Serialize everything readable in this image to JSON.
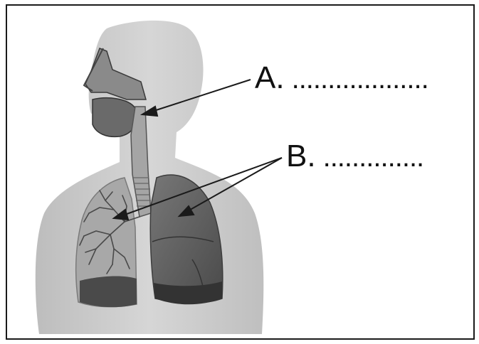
{
  "labels": [
    {
      "id": "A",
      "text": "A.",
      "blank": "..................."
    },
    {
      "id": "B",
      "text": "B.",
      "blank": ".............."
    }
  ],
  "colors": {
    "body": "#c9c9c9",
    "lung_light": "#a9a9a9",
    "lung_dark": "#5f5f5f",
    "airway": "#9c9c9c",
    "line": "#1a1a1a"
  }
}
